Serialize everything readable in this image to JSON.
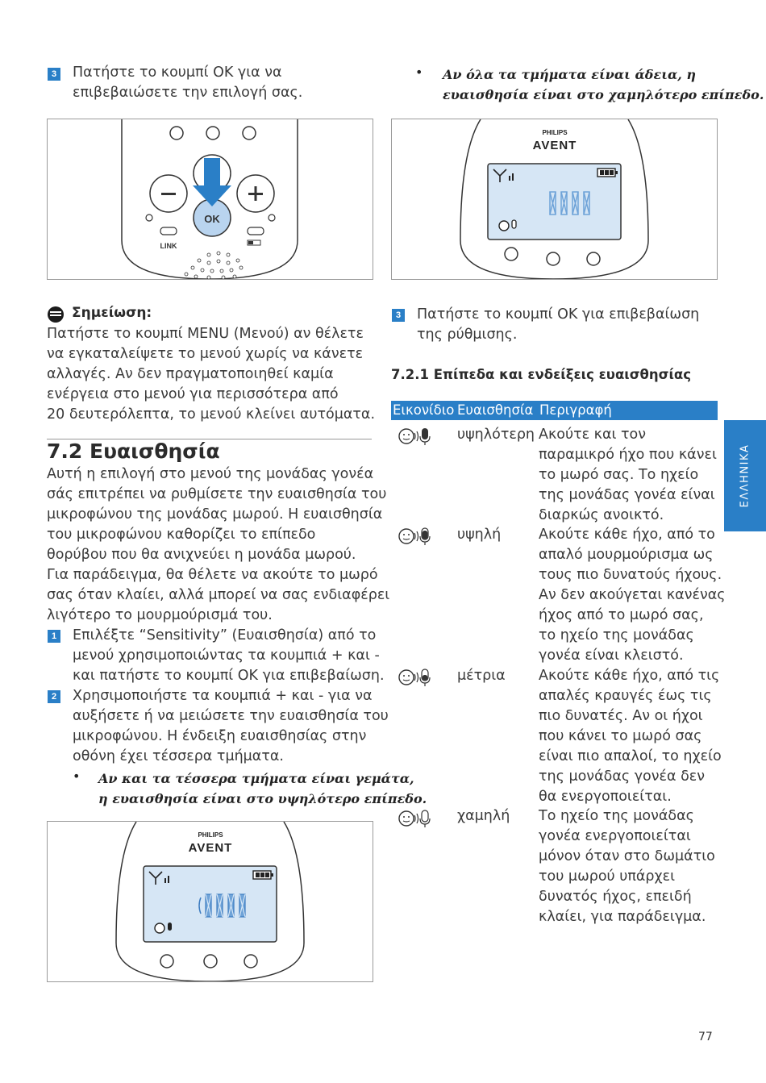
{
  "top_left": {
    "step3_num": "3",
    "step3_text_l1": "Πατήστε το κουμπί OK για να",
    "step3_text_l2": "επιβεβαιώσετε την επιλογή σας.",
    "figure": {
      "ok_label": "OK",
      "link_label": "LINK"
    }
  },
  "top_right": {
    "bullet_l1": "Αν όλα τα τμήματα είναι άδεια, η",
    "bullet_l2": "ευαισθησία είναι στο χαμηλότερο επίπεδο.",
    "figure": {
      "brand": "PHILIPS",
      "logo": "AVENT"
    }
  },
  "note": {
    "title": "Σημείωση:",
    "lines": [
      "Πατήστε το κουμπί MENU (Μενού) αν θέλετε",
      "να εγκαταλείψετε το μενού χωρίς να κάνετε",
      "αλλαγές. Αν δεν πραγματοποιηθεί καμία",
      "ενέργεια στο μενού για περισσότερα από",
      "20 δευτερόλεπτα, το μενού κλείνει αυτόματα."
    ]
  },
  "section": {
    "title": "7.2 Ευαισθησία",
    "intro": [
      "Αυτή η επιλογή στο μενού της μονάδας γονέα",
      "σάς επιτρέπει να ρυθμίσετε την ευαισθησία του",
      "μικροφώνου της μονάδας μωρού. Η ευαισθησία",
      "του μικροφώνου καθορίζει το επίπεδο",
      "θορύβου που θα ανιχνεύει η μονάδα μωρού.",
      "Για παράδειγμα, θα θέλετε να ακούτε το μωρό",
      "σας όταν κλαίει, αλλά μπορεί να σας ενδιαφέρει",
      "λιγότερο το μουρμούρισμά του."
    ],
    "step1_num": "1",
    "step1": [
      "Επιλέξτε “Sensitivity” (Ευαισθησία) από το",
      "μενού χρησιμοποιώντας τα κουμπιά + και -",
      "και πατήστε το κουμπί OK για επιβεβαίωση."
    ],
    "step2_num": "2",
    "step2": [
      "Χρησιμοποιήστε τα κουμπιά + και - για να",
      "αυξήσετε ή να μειώσετε την ευαισθησία του",
      "μικροφώνου. Η ένδειξη ευαισθησίας στην",
      "οθόνη έχει τέσσερα τμήματα."
    ],
    "bullet_l1": "Αν και τα τέσσερα τμήματα είναι γεμάτα,",
    "bullet_l2": "η ευαισθησία είναι στο υψηλότερο επίπεδο.",
    "figure": {
      "brand": "PHILIPS",
      "logo": "AVENT"
    }
  },
  "right_col": {
    "step3_num": "3",
    "step3_l1": "Πατήστε το κουμπί OK για επιβεβαίωση",
    "step3_l2": "της ρύθμισης.",
    "subsection_title": "7.2.1 Επίπεδα και ενδείξεις ευαισθησίας",
    "table": {
      "headers": [
        "Εικονίδιο",
        "Ευαισθησία",
        "Περιγραφή"
      ],
      "rows": [
        {
          "icon": "baby-mic-4-bars-icon",
          "level": "υψηλότερη",
          "desc": [
            "Ακούτε και τον",
            "παραμικρό ήχο που κάνει",
            "το μωρό σας. Το ηχείο",
            "της μονάδας γονέα είναι",
            "διαρκώς ανοικτό."
          ]
        },
        {
          "icon": "baby-mic-3-bars-icon",
          "level": "υψηλή",
          "desc": [
            "Ακούτε κάθε ήχο, από το",
            "απαλό μουρμούρισμα ως",
            "τους πιο δυνατούς ήχους.",
            "Αν δεν ακούγεται κανένας",
            "ήχος από το μωρό σας,",
            "το ηχείο της μονάδας",
            "γονέα είναι κλειστό."
          ]
        },
        {
          "icon": "baby-mic-2-bars-icon",
          "level": "μέτρια",
          "desc": [
            "Ακούτε κάθε ήχο, από τις",
            "απαλές κραυγές έως τις",
            "πιο δυνατές. Αν οι ήχοι",
            "που κάνει το μωρό σας",
            "είναι πιο απαλοί, το ηχείο",
            "της μονάδας γονέα δεν",
            "θα ενεργοποιείται."
          ]
        },
        {
          "icon": "baby-mic-1-bar-icon",
          "level": "χαμηλή",
          "desc": [
            "Το ηχείο της μονάδας",
            "γονέα ενεργοποιείται",
            "μόνον όταν στο δωμάτιο",
            "του μωρού υπάρχει",
            "δυνατός ήχος, επειδή",
            "κλαίει, για παράδειγμα."
          ]
        }
      ]
    }
  },
  "side_tab": "ΕΛΛΗΝΙΚΑ",
  "page_number": "77"
}
